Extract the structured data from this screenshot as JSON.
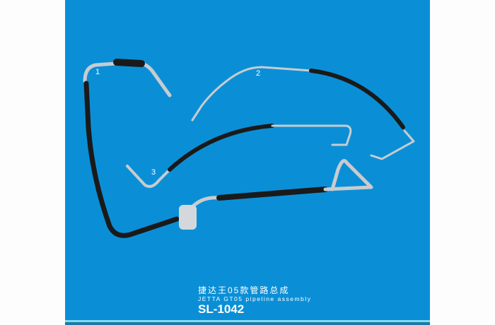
{
  "product": {
    "title_cn": "捷达王05款管路总成",
    "title_en": "JETTA GT05 pipeline assembly",
    "code": "SL-1042"
  },
  "part_labels": [
    "1",
    "2",
    "3"
  ],
  "colors": {
    "background": "#0a8fd6",
    "hose": "#1a1a1a",
    "pipe": "#c8ccd0"
  }
}
